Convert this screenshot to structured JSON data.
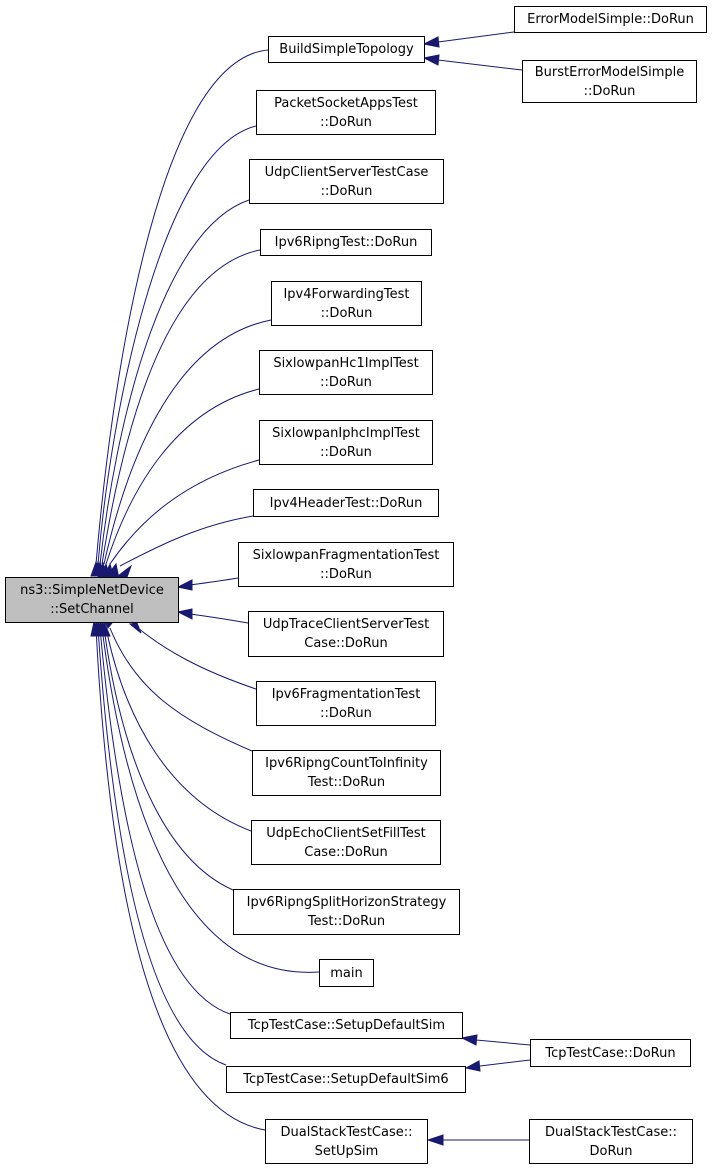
{
  "colors": {
    "edge": "#191970",
    "focus_fill": "#bfbfbf",
    "node_border": "#000000"
  },
  "nodes": {
    "set_channel": {
      "lines": [
        "ns3::SimpleNetDevice",
        "::SetChannel"
      ]
    },
    "build_simple_topology": {
      "lines": [
        "BuildSimpleTopology"
      ]
    },
    "error_model_simple": {
      "lines": [
        "ErrorModelSimple::DoRun"
      ]
    },
    "burst_error_model_simple": {
      "lines": [
        "BurstErrorModelSimple",
        "::DoRun"
      ]
    },
    "packet_socket_apps_test": {
      "lines": [
        "PacketSocketAppsTest",
        "::DoRun"
      ]
    },
    "udp_client_server_test_case": {
      "lines": [
        "UdpClientServerTestCase",
        "::DoRun"
      ]
    },
    "ipv6_ripng_test": {
      "lines": [
        "Ipv6RipngTest::DoRun"
      ]
    },
    "ipv4_forwarding_test": {
      "lines": [
        "Ipv4ForwardingTest",
        "::DoRun"
      ]
    },
    "sixlowpan_hc1_impl_test": {
      "lines": [
        "SixlowpanHc1ImplTest",
        "::DoRun"
      ]
    },
    "sixlowpan_iphc_impl_test": {
      "lines": [
        "SixlowpanIphcImplTest",
        "::DoRun"
      ]
    },
    "ipv4_header_test": {
      "lines": [
        "Ipv4HeaderTest::DoRun"
      ]
    },
    "sixlowpan_fragmentation_test": {
      "lines": [
        "SixlowpanFragmentationTest",
        "::DoRun"
      ]
    },
    "udp_trace_client_server_test_case": {
      "lines": [
        "UdpTraceClientServerTest",
        "Case::DoRun"
      ]
    },
    "ipv6_fragmentation_test": {
      "lines": [
        "Ipv6FragmentationTest",
        "::DoRun"
      ]
    },
    "ipv6_ripng_count_to_infinity_test": {
      "lines": [
        "Ipv6RipngCountToInfinity",
        "Test::DoRun"
      ]
    },
    "udp_echo_client_set_fill_test_case": {
      "lines": [
        "UdpEchoClientSetFillTest",
        "Case::DoRun"
      ]
    },
    "ipv6_ripng_split_horizon_strategy_test": {
      "lines": [
        "Ipv6RipngSplitHorizonStrategy",
        "Test::DoRun"
      ]
    },
    "main": {
      "lines": [
        "main"
      ]
    },
    "tcp_setup_default_sim": {
      "lines": [
        "TcpTestCase::SetupDefaultSim"
      ]
    },
    "tcp_setup_default_sim6": {
      "lines": [
        "TcpTestCase::SetupDefaultSim6"
      ]
    },
    "tcp_do_run": {
      "lines": [
        "TcpTestCase::DoRun"
      ]
    },
    "dual_stack_set_up_sim": {
      "lines": [
        "DualStackTestCase::",
        "SetUpSim"
      ]
    },
    "dual_stack_do_run": {
      "lines": [
        "DualStackTestCase::",
        "DoRun"
      ]
    }
  }
}
